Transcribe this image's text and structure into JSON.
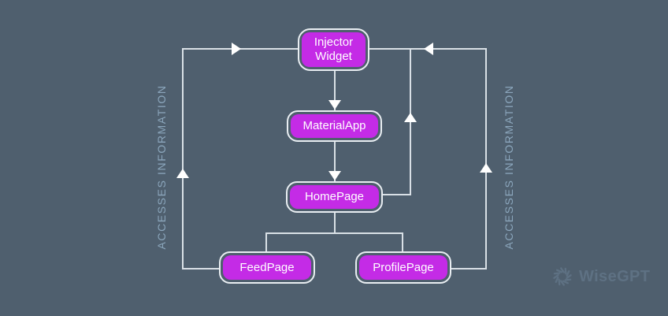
{
  "colors": {
    "background": "#4f5f6e",
    "node_fill": "#c42be6",
    "node_border": "#e9eef2",
    "connector": "#d9e0e6",
    "arrow": "#ffffff",
    "side_label": "#8ba6bc",
    "watermark": "#5e7183"
  },
  "nodes": {
    "injector": {
      "label": "Injector Widget"
    },
    "material_app": {
      "label": "MaterialApp"
    },
    "home_page": {
      "label": "HomePage"
    },
    "feed_page": {
      "label": "FeedPage"
    },
    "profile_page": {
      "label": "ProfilePage"
    }
  },
  "side_labels": {
    "left": "ACCESSES INFORMATION",
    "right": "ACCESSES INFORMATION"
  },
  "watermark": {
    "brand": "WiseGPT",
    "icon": "aperture-icon"
  }
}
